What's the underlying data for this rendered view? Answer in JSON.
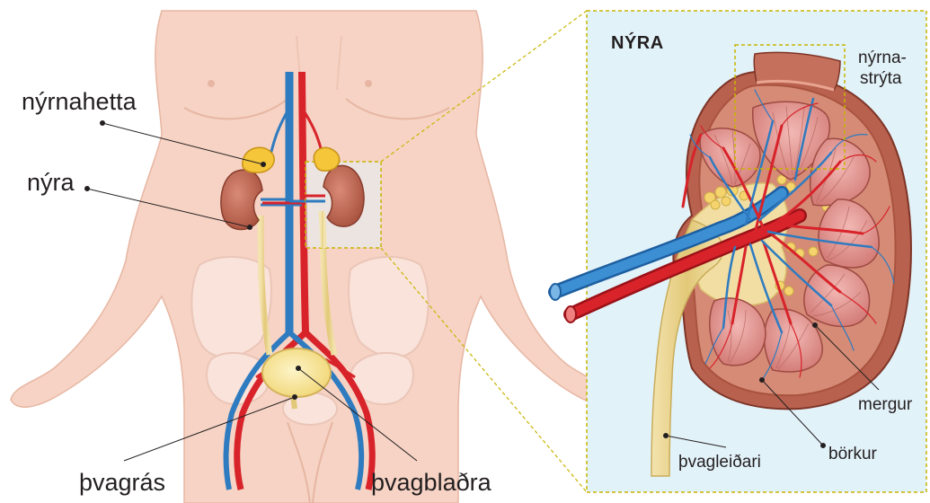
{
  "inset": {
    "title": "NÝRA"
  },
  "labels": {
    "adrenal": "nýrnahetta",
    "kidney": "nýra",
    "urethra": "þvagrás",
    "bladder": "þvagblaðra",
    "pyramid_line1": "nýrna-",
    "pyramid_line2": "strýta",
    "medulla": "mergur",
    "cortex": "börkur",
    "ureter": "þvagleiðari"
  },
  "colors": {
    "skin": "#f6d3c4",
    "skin_shadow": "#eab9a7",
    "artery": "#d8232a",
    "vein": "#2e7bc0",
    "kidney": "#b9614f",
    "adrenal": "#f5c53a",
    "ureter": "#e8d18f",
    "bladder": "#f8e79c",
    "inset_bg": "#e2f2f9",
    "highlight_frame": "#c8b400"
  }
}
